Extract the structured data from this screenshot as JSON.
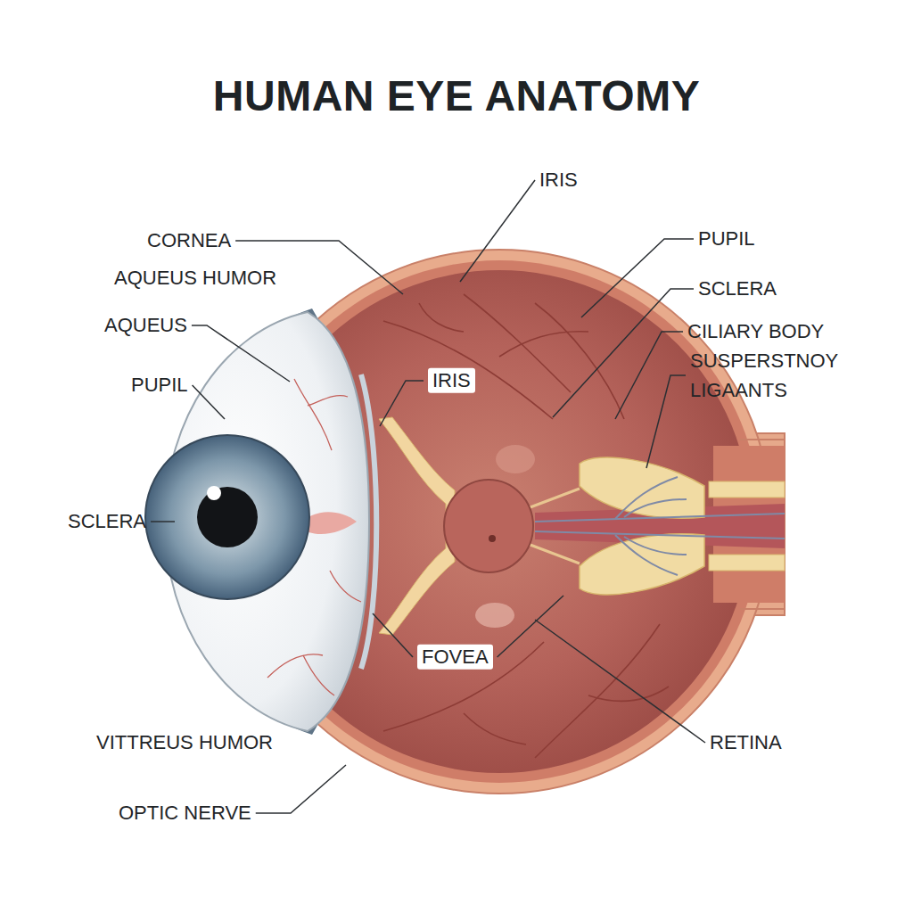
{
  "diagram": {
    "title": "HUMAN EYE ANATOMY",
    "labels": [
      "IRIS",
      "CORNEA",
      "PUPIL",
      "AQUEUS HUMOR",
      "SCLERA",
      "AQUEUS",
      "CILIARY BODY",
      "SUSPERSTNOY LIGAANTS",
      "PUPIL",
      "IRIS",
      "SCLERA",
      "FOVEA",
      "RETINA",
      "VITTREUS HUMOR",
      "OPTIC NERVE"
    ]
  }
}
